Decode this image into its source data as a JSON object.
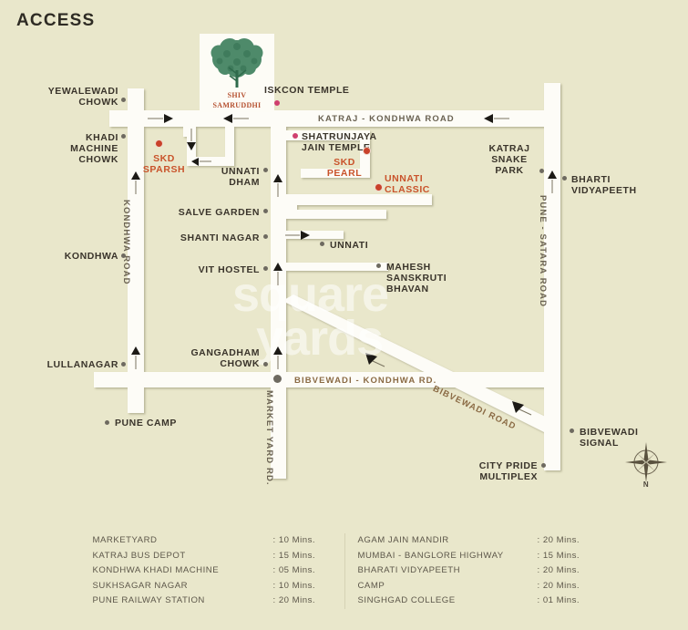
{
  "header": {
    "title": "ACCESS"
  },
  "watermark": {
    "line1": "square",
    "line2": "yards"
  },
  "logo": {
    "name_line1": "SHIV",
    "name_line2": "SAMRUDDHI",
    "icon": "tree-icon"
  },
  "compass": {
    "north_label": "N",
    "icon": "compass-rose-icon"
  },
  "roads": [
    {
      "id": "katraj-kondhwa-road",
      "label": "KATRAJ - KONDHWA ROAD"
    },
    {
      "id": "kondhwa-road",
      "label": "KONDHWA ROAD"
    },
    {
      "id": "pune-satara-road",
      "label": "PUNE - SATARA ROAD"
    },
    {
      "id": "market-yard-road",
      "label": "MARKET YARD RD."
    },
    {
      "id": "bibvewadi-kondhwa-road",
      "label": "BIBVEWADI - KONDHWA RD."
    },
    {
      "id": "bibvewadi-road",
      "label": "BIBVEWADI ROAD"
    }
  ],
  "places": [
    {
      "id": "yewalewadi-chowk",
      "label": "YEWALEWADI\nCHOWK",
      "marker": "grey"
    },
    {
      "id": "khadi-machine-chowk",
      "label": "KHADI\nMACHINE\nCHOWK",
      "marker": "grey"
    },
    {
      "id": "kondhwa",
      "label": "KONDHWA",
      "marker": "grey"
    },
    {
      "id": "lullanagar",
      "label": "LULLANAGAR",
      "marker": "grey"
    },
    {
      "id": "pune-camp",
      "label": "PUNE CAMP",
      "marker": "grey"
    },
    {
      "id": "iskcon-temple",
      "label": "ISKCON TEMPLE",
      "marker": "pink"
    },
    {
      "id": "shatrunjaya-jain-temple",
      "label": "SHATRUNJAYA\nJAIN TEMPLE",
      "marker": "pink"
    },
    {
      "id": "unnati-dham",
      "label": "UNNATI\nDHAM",
      "marker": "grey"
    },
    {
      "id": "salve-garden",
      "label": "SALVE GARDEN",
      "marker": "grey"
    },
    {
      "id": "shanti-nagar",
      "label": "SHANTI NAGAR",
      "marker": "grey"
    },
    {
      "id": "unnati",
      "label": "UNNATI",
      "marker": "grey"
    },
    {
      "id": "vit-hostel",
      "label": "VIT HOSTEL",
      "marker": "grey"
    },
    {
      "id": "mahesh-sanskruti-bhavan",
      "label": "MAHESH\nSANSKRUTI\nBHAVAN",
      "marker": "grey"
    },
    {
      "id": "gangadham-chowk",
      "label": "GANGADHAM\nCHOWK",
      "marker": "grey"
    },
    {
      "id": "katraj-snake-park",
      "label": "KATRAJ\nSNAKE\nPARK",
      "marker": "grey"
    },
    {
      "id": "bharti-vidyapeeth",
      "label": "BHARTI\nVIDYAPEETH",
      "marker": "grey"
    },
    {
      "id": "bibvewadi-signal",
      "label": "BIBVEWADI\nSIGNAL",
      "marker": "grey"
    },
    {
      "id": "city-pride-multiplex",
      "label": "CITY PRIDE\nMULTIPLEX",
      "marker": "grey"
    }
  ],
  "projects": [
    {
      "id": "skd-sparsh",
      "label": "SKD\nSPARSH",
      "marker": "red"
    },
    {
      "id": "skd-pearl",
      "label": "SKD\nPEARL",
      "marker": "red"
    },
    {
      "id": "unnati-classic",
      "label": "UNNATI\nCLASSIC",
      "marker": "red"
    }
  ],
  "distances": {
    "left": [
      {
        "place": "MARKETYARD",
        "time": ": 10 Mins."
      },
      {
        "place": "KATRAJ BUS DEPOT",
        "time": ": 15 Mins."
      },
      {
        "place": "KONDHWA KHADI MACHINE",
        "time": ": 05 Mins."
      },
      {
        "place": "SUKHSAGAR NAGAR",
        "time": ": 10 Mins."
      },
      {
        "place": "PUNE RAILWAY STATION",
        "time": ": 20 Mins."
      }
    ],
    "right": [
      {
        "place": "AGAM JAIN MANDIR",
        "time": ": 20 Mins."
      },
      {
        "place": "MUMBAI - BANGLORE HIGHWAY",
        "time": ": 15 Mins."
      },
      {
        "place": "BHARATI VIDYAPEETH",
        "time": ": 20 Mins."
      },
      {
        "place": "CAMP",
        "time": ": 20 Mins."
      },
      {
        "place": "SINGHGAD COLLEGE",
        "time": ": 01 Mins."
      }
    ]
  },
  "colors": {
    "background": "#e9e7cb",
    "road": "#fdfcf7",
    "project_text": "#c9532b",
    "label_text": "#3a342b",
    "road_text": "#6a6252"
  }
}
